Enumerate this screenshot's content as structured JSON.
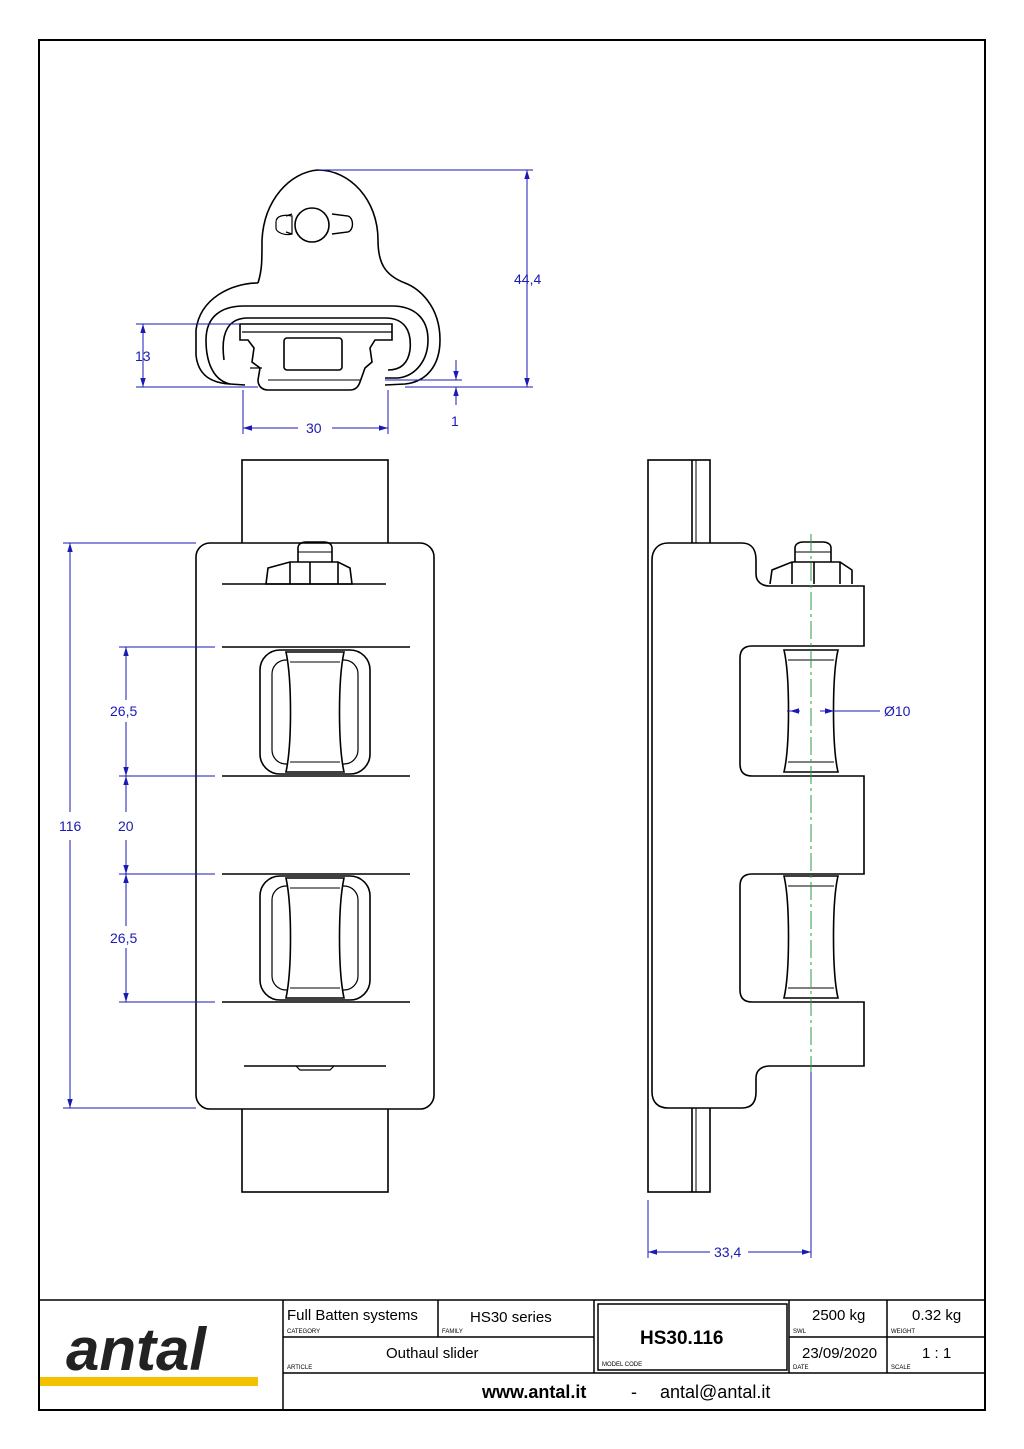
{
  "dimensions": {
    "height_top": "44,4",
    "rail_height": "13",
    "gap": "1",
    "rail_width": "30",
    "total_length": "116",
    "roller_pitch_1": "26,5",
    "roller_spacing": "20",
    "roller_pitch_2": "26,5",
    "pin_diameter": "Ø10",
    "side_depth": "33,4"
  },
  "title_block": {
    "logo": "antal",
    "category_value": "Full Batten systems",
    "category_caption": "CATEGORY",
    "family_value": "HS30 series",
    "family_caption": "FAMILY",
    "article_value": "Outhaul slider",
    "article_caption": "ARTICLE",
    "model_code": "HS30.116",
    "model_caption": "MODEL CODE",
    "swl_value": "2500 kg",
    "swl_caption": "SWL",
    "weight_value": "0.32 kg",
    "weight_caption": "WEIGHT",
    "date_value": "23/09/2020",
    "date_caption": "DATE",
    "scale_value": "1 : 1",
    "scale_caption": "SCALE",
    "website": "www.antal.it",
    "separator": "-",
    "email": "antal@antal.it"
  },
  "colors": {
    "line": "#000000",
    "dimension": "#1a1ab4",
    "centerline": "#2e9a4a",
    "logo_accent": "#f2c200"
  }
}
